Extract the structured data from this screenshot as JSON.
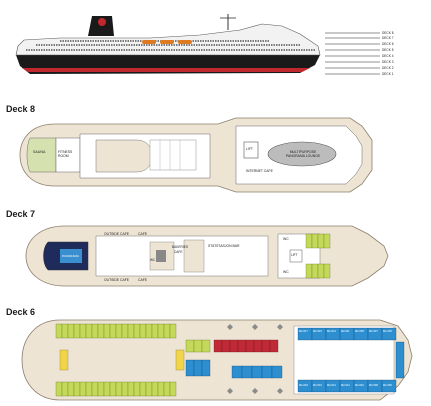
{
  "ship": {
    "deck_legend": [
      "DECK 8",
      "DECK 7",
      "DECK 6",
      "DECK 5",
      "DECK 4",
      "DECK 3",
      "DECK 2",
      "DECK 1"
    ]
  },
  "decks": [
    {
      "title": "Deck 8",
      "labels": {
        "sauna": "SAUNA",
        "fitness": "FITNESS ROOM",
        "lift": "LIFT",
        "lounge": "MULTIPURPOSE PANORAMA LOUNGE",
        "internet": "INTERNET CAFE"
      }
    },
    {
      "title": "Deck 7",
      "labels": {
        "outside_cafe_top": "OUTSIDE CAFE",
        "cafe_top": "CAFE",
        "outside_cafe_bottom": "OUTSIDE CAFE",
        "cafe_bottom": "CAFE",
        "panorama": "PANORAMA",
        "bakeries": "BAKERIES",
        "bakeries_cafe": "CAFE",
        "bar": "STATSTASJON BAR",
        "lift": "LIFT",
        "wc_top": "WC",
        "wc_bottom": "WC",
        "wc_mid": "WC"
      }
    },
    {
      "title": "Deck 6",
      "labels": {
        "cabin_row_top": [
          "M2-617",
          "M2-615",
          "M2-613",
          "M2-611",
          "M2-609",
          "M2-607",
          "M2-605"
        ],
        "cabin_row_bottom": [
          "M2-618",
          "M2-616",
          "M2-614",
          "M2-612",
          "M2-610",
          "M2-608",
          "M2-606"
        ]
      }
    }
  ],
  "colors": {
    "hull_dark": "#1a1a1a",
    "hull_red": "#c0282e",
    "deck_fill": "#ede4d4",
    "deck_stroke": "#8b7d6b",
    "room_white": "#ffffff",
    "sauna_green": "#d5e2b0",
    "cabin_green": "#c4d85a",
    "cabin_blue": "#2d8fd0",
    "cabin_red": "#c02a36",
    "cabin_yellow": "#f2d44a",
    "lounge_grey": "#bcbcbc"
  }
}
